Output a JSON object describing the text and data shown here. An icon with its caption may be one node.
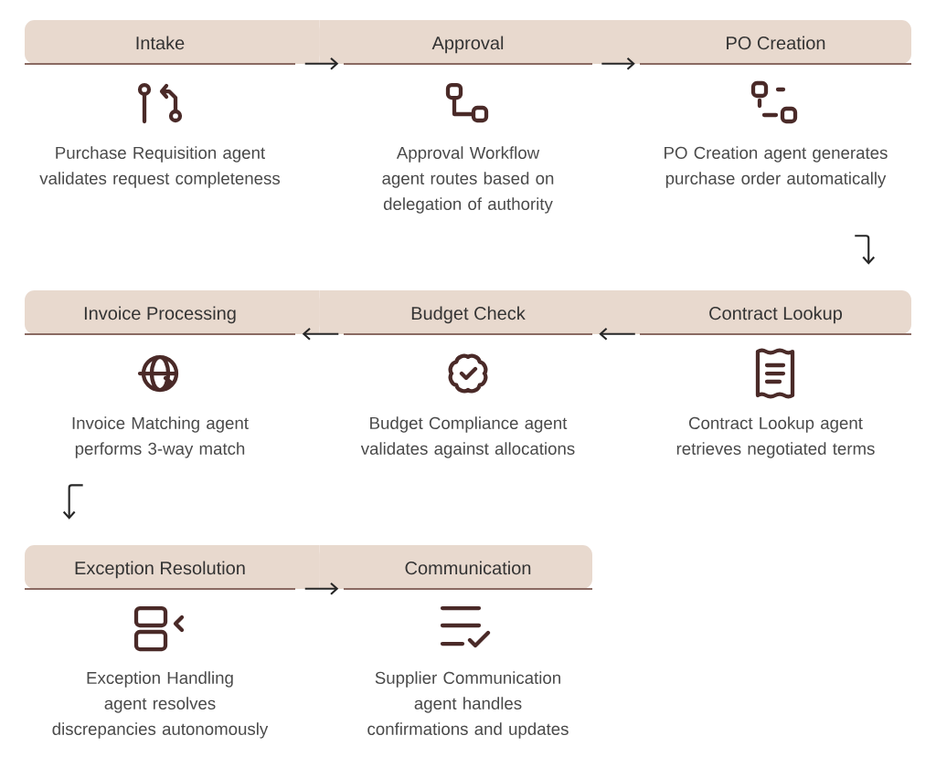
{
  "diagram": {
    "nodes": [
      {
        "text": [
          "Intake",
          "Purchase Requisition agent validates request completeness"
        ]
      },
      {
        "text": [
          "Approval",
          "Approval Workflow agent routes based on delegation of authority"
        ]
      },
      {
        "text": [
          "PO Creation",
          "PO Creation agent generates purchase order automatically"
        ]
      },
      {
        "text": [
          "Invoice Processing",
          "Invoice Matching agent performs 3-way match"
        ]
      },
      {
        "text": [
          "Budget Check",
          "Budget Compliance agent validates against allocations"
        ]
      },
      {
        "text": [
          "Contract Lookup",
          "Contract Lookup agent retrieves negotiated terms"
        ]
      },
      {
        "text": [
          "Exception Resolution",
          "Exception Handling agent resolves discrepancies autonomously"
        ]
      },
      {
        "text": [
          "Communication",
          "Supplier Communication agent handles confirmations and updates"
        ]
      }
    ],
    "edges": [
      {
        "from": 0,
        "to": 1,
        "arrow": "to"
      },
      {
        "from": 1,
        "to": 2,
        "arrow": "to"
      },
      {
        "from": 2,
        "to": 5,
        "arrow": "to"
      },
      {
        "from": 5,
        "to": 4,
        "arrow": "to"
      },
      {
        "from": 4,
        "to": 3,
        "arrow": "to"
      },
      {
        "from": 3,
        "to": 6,
        "arrow": "to"
      },
      {
        "from": 6,
        "to": 7,
        "arrow": "to"
      }
    ]
  }
}
